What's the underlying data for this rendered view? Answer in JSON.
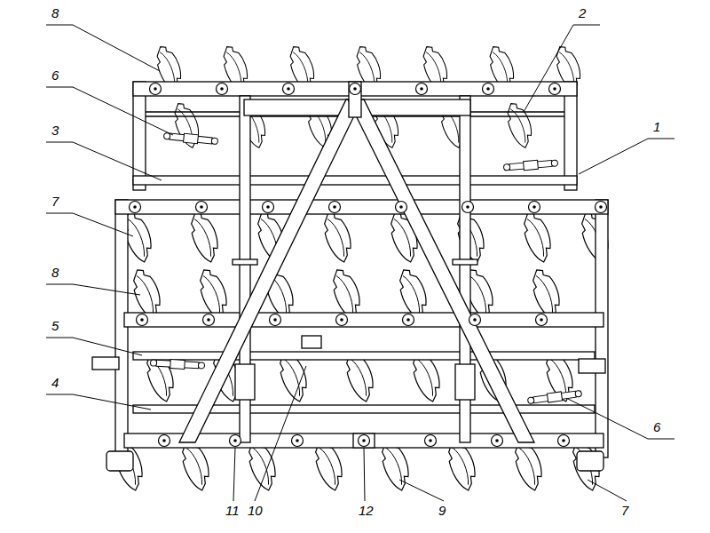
{
  "diagram": {
    "labels": [
      "8",
      "2",
      "6",
      "1",
      "3",
      "7",
      "8",
      "5",
      "4",
      "6",
      "11",
      "10",
      "12",
      "9",
      "7"
    ]
  }
}
